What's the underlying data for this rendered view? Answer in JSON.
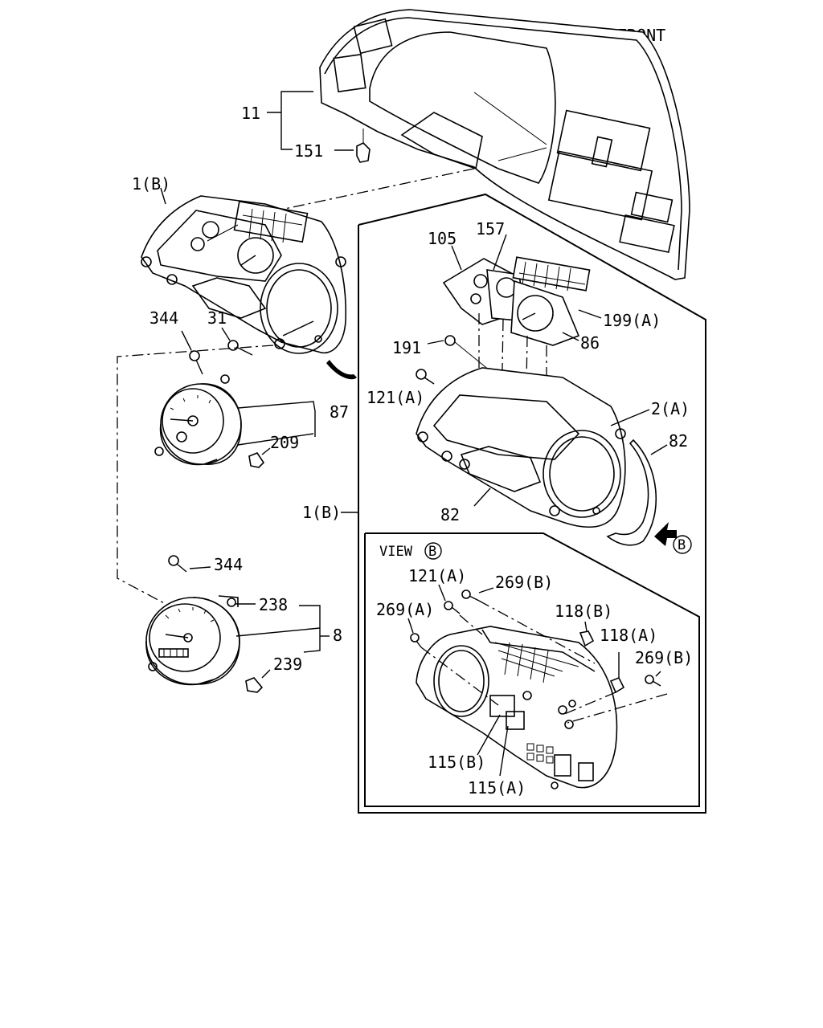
{
  "diagram": {
    "direction": "FRONT",
    "labels": {
      "l11": "11",
      "l151": "151",
      "l1b_top": "1(B)",
      "l344_top": "344",
      "l31": "31",
      "l87": "87",
      "l209": "209",
      "l1b_mid": "1(B)",
      "l344_bot": "344",
      "l238": "238",
      "l8": "8",
      "l239": "239",
      "l105": "105",
      "l157": "157",
      "l199a": "199(A)",
      "l86": "86",
      "l191": "191",
      "l121a": "121(A)",
      "l2a": "2(A)",
      "l82_right": "82",
      "l82_bottom": "82",
      "view_b": "VIEW",
      "view_b_mark": "B",
      "arrow_b_mark": "B",
      "v121a": "121(A)",
      "v269b_top": "269(B)",
      "v269a": "269(A)",
      "v118b": "118(B)",
      "v118a": "118(A)",
      "v269b_right": "269(B)",
      "v115b": "115(B)",
      "v115a": "115(A)"
    }
  }
}
